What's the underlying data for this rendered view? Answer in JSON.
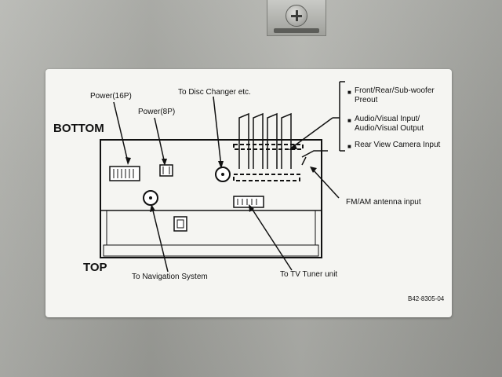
{
  "labels": {
    "bottom": "BOTTOM",
    "top": "TOP",
    "power16": "Power(16P)",
    "power8": "Power(8P)",
    "disc_changer": "To Disc Changer etc.",
    "front_rear_1": "Front/Rear/Sub-woofer",
    "front_rear_2": "Preout",
    "av_1": "Audio/Visual Input/",
    "av_2": "Audio/Visual Output",
    "rear_camera": "Rear View Camera Input",
    "fm_am": "FM/AM antenna input",
    "navigation": "To Navigation System",
    "tv_tuner": "To TV Tuner unit",
    "part_number": "B42-8305-04",
    "bullet": "■"
  }
}
